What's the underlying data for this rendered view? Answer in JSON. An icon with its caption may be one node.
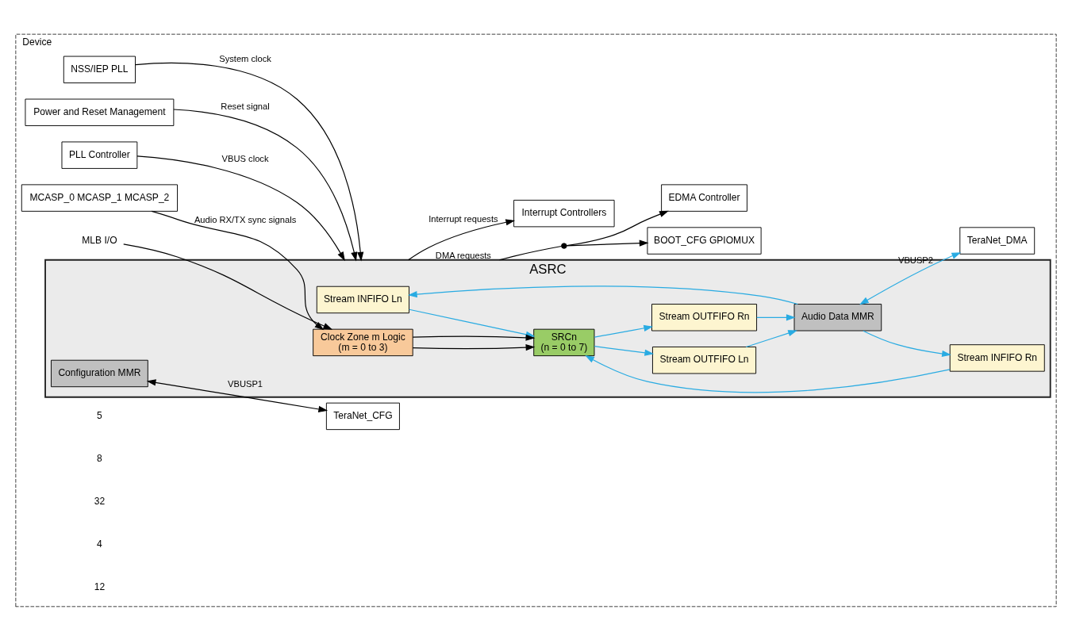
{
  "diagram": {
    "nodes": [
      {
        "text": [
          "Device"
        ]
      },
      {
        "text": [
          "Power and Reset Management"
        ],
        "in": 0
      },
      {
        "text": [
          "Interrupt Controllers"
        ],
        "in": 0
      },
      {
        "text": [
          "EDMA Controller"
        ],
        "in": 0
      },
      {
        "text": [
          "BOOT_CFG GPIOMUX"
        ],
        "in": 0
      },
      {
        "text": [
          "ASRC"
        ],
        "in": 0
      },
      {
        "text": [
          "Stream INFIFO Ln"
        ],
        "in": 5
      },
      {
        "text": [
          "Stream INFIFO Rn"
        ],
        "in": 5
      },
      {
        "text": [
          "SRCn",
          "(n = 0 to 7)"
        ],
        "in": 5
      },
      {
        "text": [
          "Stream OUTFIFO Ln"
        ],
        "in": 5
      },
      {
        "text": [
          "Stream OUTFIFO Rn"
        ],
        "in": 5
      },
      {
        "text": [
          "Clock Zone m Logic",
          "(m = 0 to 3)"
        ],
        "in": 5
      },
      {
        "text": [
          "Audio Data MMR"
        ],
        "in": 5
      },
      {
        "text": [
          "Configuration MMR"
        ],
        "in": 5
      },
      {
        "text": [
          "PLL Controller"
        ],
        "in": 0
      },
      {
        "text": [
          "NSS/IEP PLL"
        ],
        "in": 0
      },
      {
        "text": [
          "MLB I/O"
        ],
        "in": 0
      },
      {
        "text": [
          "MCASP_0 MCASP_1 MCASP_2"
        ],
        "in": 0
      },
      {
        "text": [
          "TeraNet_DMA"
        ],
        "in": 0
      },
      {
        "text": [
          "TeraNet_CFG"
        ],
        "in": 0
      },
      {
        "text": [],
        "shape": "circle",
        "in": 0
      }
    ],
    "edges": [
      {
        "from": 1,
        "to": 5,
        "arrow": "to",
        "label": "Reset signal"
      },
      {
        "from": 5,
        "to": 2,
        "arrow": "to",
        "label": "Interrupt requests"
      },
      {
        "from": 5,
        "to": 20,
        "arrow": "none",
        "label": "DMA requests"
      },
      {
        "from": 20,
        "to": 3,
        "arrow": "to"
      },
      {
        "from": 20,
        "to": 4,
        "arrow": "to"
      },
      {
        "from": 12,
        "to": 6,
        "arrow": "to",
        "color": "#29abe2"
      },
      {
        "from": 12,
        "to": 7,
        "arrow": "to",
        "color": "#29abe2"
      },
      {
        "from": 6,
        "to": 8,
        "arrow": "to",
        "color": "#29abe2"
      },
      {
        "from": 7,
        "to": 8,
        "arrow": "to",
        "color": "#29abe2"
      },
      {
        "from": 8,
        "to": 9,
        "arrow": "to",
        "color": "#29abe2"
      },
      {
        "from": 8,
        "to": 10,
        "arrow": "to",
        "color": "#29abe2"
      },
      {
        "from": 9,
        "to": 12,
        "arrow": "to",
        "color": "#29abe2"
      },
      {
        "from": 10,
        "to": 12,
        "arrow": "to",
        "color": "#29abe2"
      },
      {
        "from": 11,
        "to": 8,
        "arrow": "to"
      },
      {
        "from": 11,
        "to": 8,
        "arrow": "to"
      },
      {
        "from": 14,
        "to": 5,
        "arrow": "to",
        "label": "VBUS clock"
      },
      {
        "from": 15,
        "to": 5,
        "arrow": "to",
        "label": "System clock"
      },
      {
        "from": 16,
        "to": 11,
        "arrow": "to"
      },
      {
        "from": 17,
        "to": 11,
        "arrow": "to",
        "label": "Audio RX/TX sync signals"
      },
      {
        "from": 12,
        "to": 18,
        "arrow": "both",
        "label": "VBUSP2",
        "color": "#29abe2"
      },
      {
        "from": 13,
        "to": 19,
        "arrow": "both",
        "label": "VBUSP1"
      }
    ],
    "labels": [
      "5",
      "8",
      "32",
      "4",
      "12"
    ]
  }
}
